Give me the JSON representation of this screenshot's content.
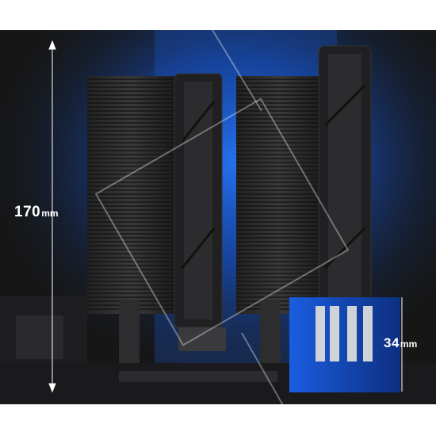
{
  "dimensions": {
    "height_total": {
      "value": "170",
      "unit": "mm"
    },
    "height_ram": {
      "value": "34",
      "unit": "mm"
    }
  },
  "colors": {
    "background": "#161616",
    "glow": "#1f6fff",
    "metal": "#2a2a2c",
    "text": "#ffffff"
  }
}
